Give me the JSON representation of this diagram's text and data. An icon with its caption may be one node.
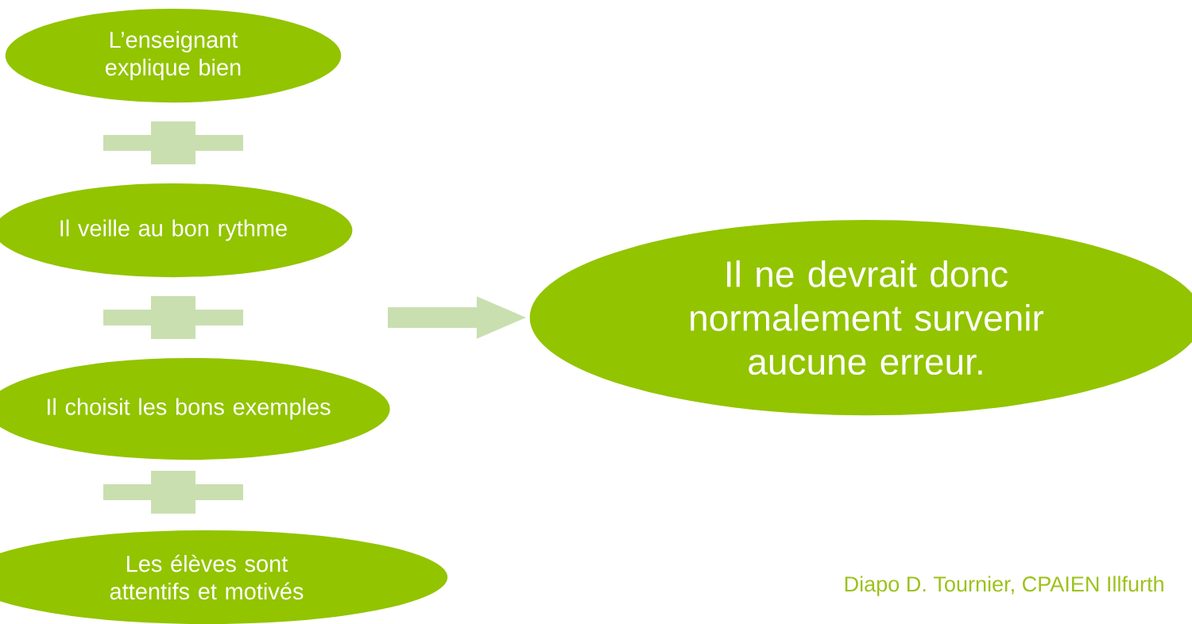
{
  "diagram": {
    "nodes": [
      {
        "text": [
          "L’enseignant explique bien"
        ]
      },
      {
        "text": [
          "Il veille au bon rythme"
        ]
      },
      {
        "text": [
          "Il choisit les bons exemples"
        ]
      },
      {
        "text": [
          "Les élèves sont attentifs et motivés"
        ]
      },
      {
        "text": [
          "Il ne devrait donc normalement survenir aucune erreur."
        ]
      }
    ],
    "edges": [
      {
        "from": null,
        "to": 4,
        "arrow": "to"
      }
    ],
    "labels": [
      "Diapo D. Tournier, CPAIEN Illfurth"
    ]
  }
}
